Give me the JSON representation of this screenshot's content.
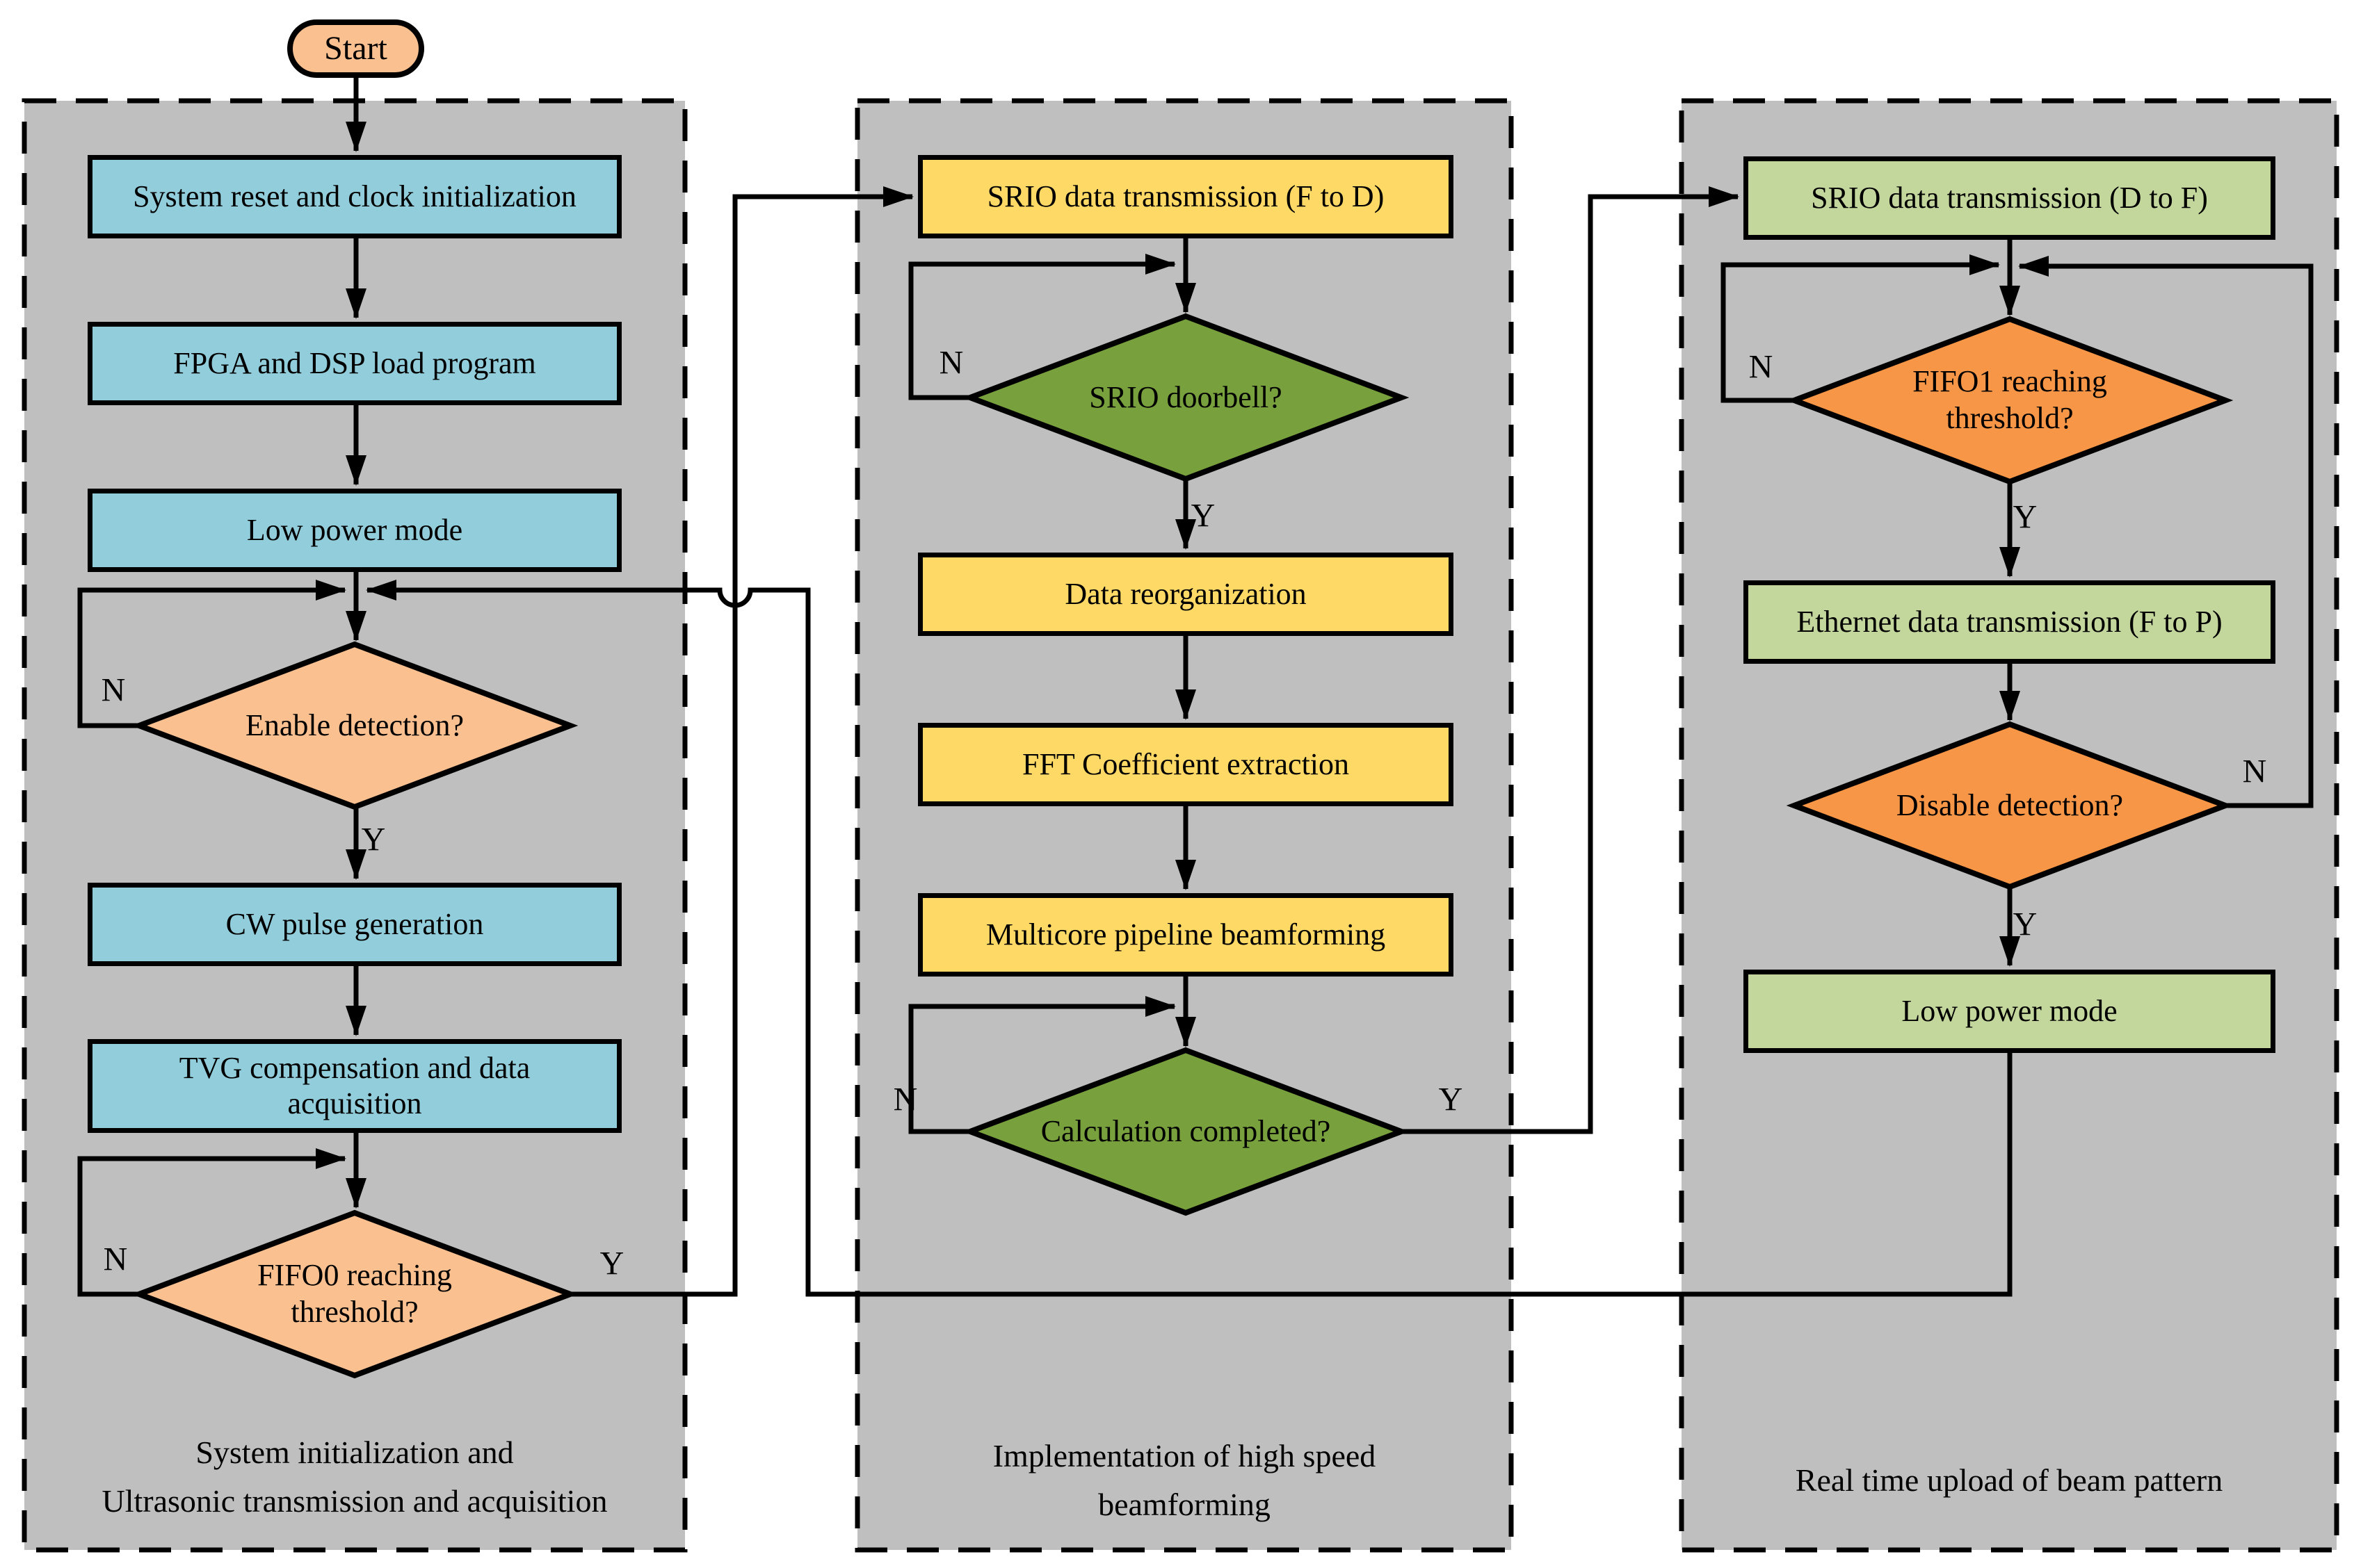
{
  "labels": {
    "yes": "Y",
    "no": "N"
  },
  "colors": {
    "panel_bg": "#bfbfbf",
    "process_blue": "#92cddc",
    "terminator_peach": "#fac090",
    "decision_peach": "#fac090",
    "process_yellow": "#ffd966",
    "decision_olive": "#78a03c",
    "process_light_green": "#c3d69b",
    "decision_orange": "#f79646",
    "line_color": "#000000"
  },
  "start": {
    "label": "Start"
  },
  "panel1": {
    "caption_line1": "System initialization and",
    "caption_line2": "Ultrasonic transmission and acquisition",
    "nodes": {
      "system_reset": "System reset and clock initialization",
      "load_program": "FPGA and DSP load program",
      "low_power": "Low power mode",
      "enable_detection": "Enable detection?",
      "cw_pulse": "CW pulse generation",
      "tvg": "TVG compensation and data acquisition",
      "fifo0": "FIFO0 reaching threshold?"
    }
  },
  "panel2": {
    "caption_line1": "Implementation of high speed",
    "caption_line2": "beamforming",
    "nodes": {
      "srio_fd": "SRIO data transmission (F to D)",
      "srio_doorbell": "SRIO doorbell?",
      "data_reorg": "Data reorganization",
      "fft": "FFT Coefficient extraction",
      "multicore": "Multicore pipeline beamforming",
      "calc_done": "Calculation completed?"
    }
  },
  "panel3": {
    "caption": "Real time upload of beam pattern",
    "nodes": {
      "srio_df": "SRIO data transmission (D to F)",
      "fifo1": "FIFO1 reaching threshold?",
      "ethernet": "Ethernet data transmission (F to P)",
      "disable_detection": "Disable detection?",
      "low_power": "Low power mode"
    }
  }
}
